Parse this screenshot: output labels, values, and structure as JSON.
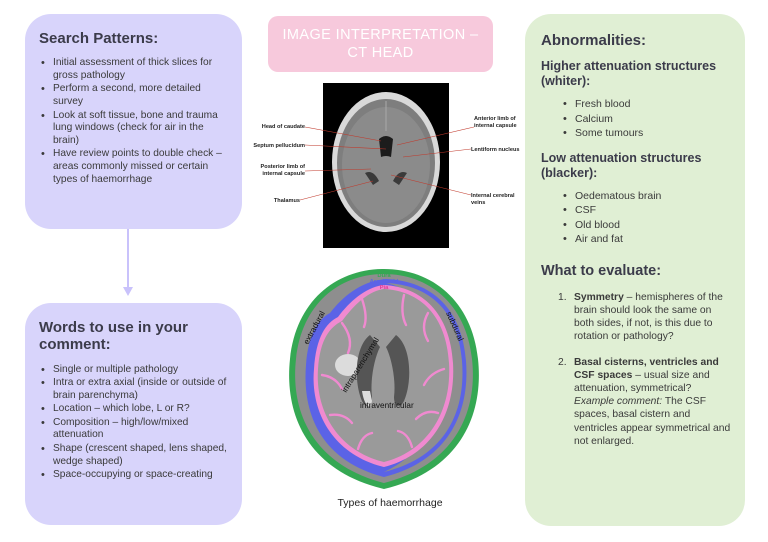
{
  "header": {
    "title": "IMAGE INTERPRETATION – CT HEAD"
  },
  "search_patterns": {
    "title": "Search Patterns:",
    "items": [
      "Initial assessment of thick slices for gross pathology",
      "Perform a second, more detailed survey",
      "Look at soft tissue, bone and trauma lung windows (check for air in the brain)",
      "Have review points to double check – areas commonly missed or certain types of haemorrhage"
    ]
  },
  "words": {
    "title": "Words to use in your comment:",
    "items": [
      "Single or multiple pathology",
      "Intra or extra axial (inside or outside of brain parenchyma)",
      "Location – which lobe, L or R?",
      "Composition – high/low/mixed attenuation",
      "Shape (crescent shaped, lens shaped, wedge shaped)",
      "Space-occupying or space-creating"
    ]
  },
  "abnormalities": {
    "title": "Abnormalities:",
    "high_title": "Higher attenuation structures (whiter):",
    "high_items": [
      "Fresh blood",
      "Calcium",
      "Some tumours"
    ],
    "low_title": "Low attenuation structures (blacker):",
    "low_items": [
      "Oedematous brain",
      "CSF",
      "Old blood",
      "Air and fat"
    ]
  },
  "evaluate": {
    "title": "What to evaluate:",
    "items": [
      {
        "num": "1.",
        "bold": "Symmetry",
        "text": " – hemispheres of the brain should look the same on both sides, if not, is this due to rotation or pathology?"
      },
      {
        "num": "2.",
        "bold": "Basal cisterns, ventricles and CSF spaces",
        "text": " – usual size and attenuation, symmetrical?",
        "example_label": "Example comment:",
        "example_text": " The CSF spaces, basal cistern and ventricles appear symmetrical and not enlarged."
      }
    ]
  },
  "ct_labels": {
    "head_of_caudate": "Head of caudate",
    "septum_pellucidum": "Septum pellucidum",
    "posterior_limb_1": "Posterior limb of",
    "posterior_limb_2": "internal capsule",
    "thalamus": "Thalamus",
    "anterior_limb_1": "Anterior limb of",
    "anterior_limb_2": "internal capsule",
    "lentiform": "Lentiform nucleus",
    "internal_cerebral_1": "Internal cerebral",
    "internal_cerebral_2": "veins"
  },
  "diagram_labels": {
    "dura": "Dura",
    "arachnoid": "Arachnoid",
    "pia": "Pia",
    "extradural": "extradural",
    "subdural": "subdural",
    "intraparenchymal": "intraparenchymal",
    "intraventricular": "intraventricular"
  },
  "caption": "Types of haemorrhage",
  "colors": {
    "purple_panel": "#d8d4fb",
    "green_panel": "#e0efd4",
    "banner": "#f7c9dc",
    "dura": "#35a853",
    "arachnoid": "#5b63e6",
    "pia": "#f08ad0",
    "arrow": "#c9c2fb"
  }
}
